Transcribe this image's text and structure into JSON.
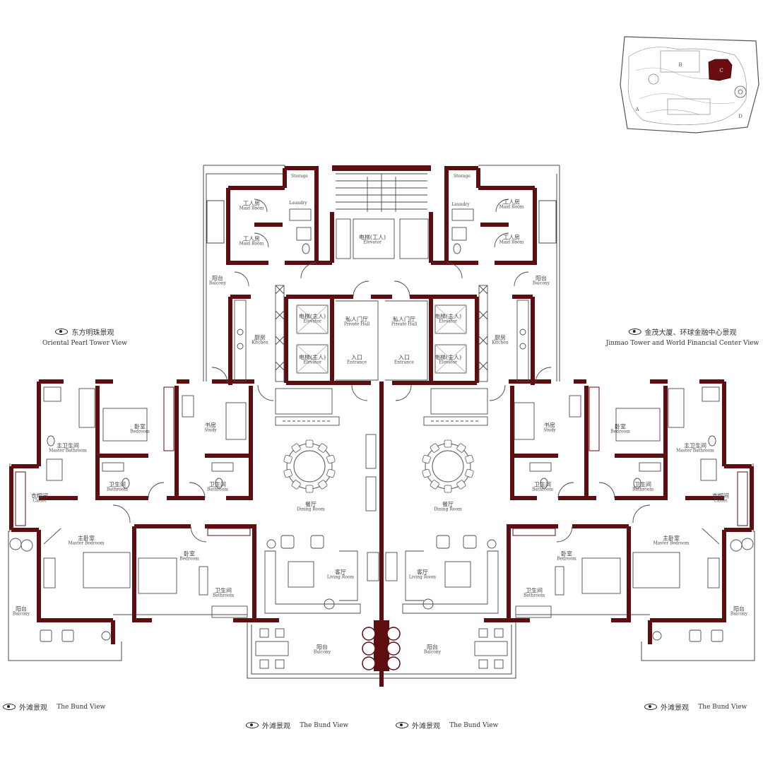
{
  "colors": {
    "wall": "#5e0d10",
    "line": "#4a4a4a",
    "highlight": "#6a0d10"
  },
  "keyplan": {
    "labels": [
      "A",
      "B",
      "C",
      "D"
    ]
  },
  "views": {
    "oriental_pearl": {
      "zh": "东方明珠景观",
      "en": "Oriental Pearl Tower View"
    },
    "jinmao": {
      "zh": "金茂大厦、环球金融中心景观",
      "en": "Jinmao Tower and World Financial Center View"
    },
    "bund_left": {
      "zh": "外滩景观",
      "en": "The Bund View"
    },
    "bund_center_left": {
      "zh": "外滩景观",
      "en": "The Bund View"
    },
    "bund_center_right": {
      "zh": "外滩景观",
      "en": "The Bund View"
    },
    "bund_right": {
      "zh": "外滩景观",
      "en": "The Bund View"
    }
  },
  "rooms": {
    "storage_l": {
      "zh": "",
      "en": "Storage"
    },
    "storage_r": {
      "zh": "",
      "en": "Storage"
    },
    "maid1_l": {
      "zh": "工人房",
      "en": "Maid Room"
    },
    "maid2_l": {
      "zh": "工人房",
      "en": "Maid Room"
    },
    "maid1_r": {
      "zh": "工人房",
      "en": "Maid Room"
    },
    "maid2_r": {
      "zh": "工人房",
      "en": "Maid Room"
    },
    "laundry_l": {
      "zh": "",
      "en": "Laundry"
    },
    "laundry_r": {
      "zh": "",
      "en": "Laundry"
    },
    "service_elev": {
      "zh": "电梯(工人)",
      "en": "Elevator"
    },
    "balcony_nl": {
      "zh": "阳台",
      "en": "Balcony"
    },
    "balcony_nr": {
      "zh": "阳台",
      "en": "Balcony"
    },
    "kitchen_l": {
      "zh": "厨房",
      "en": "Kitchen"
    },
    "kitchen_r": {
      "zh": "厨房",
      "en": "Kitchen"
    },
    "elev1_l": {
      "zh": "电梯(主人)",
      "en": "Elevator"
    },
    "elev2_l": {
      "zh": "电梯(主人)",
      "en": "Elevator"
    },
    "elev1_r": {
      "zh": "电梯(主人)",
      "en": "Elevator"
    },
    "elev2_r": {
      "zh": "电梯(主人)",
      "en": "Elevator"
    },
    "phall_l": {
      "zh": "私人门厅",
      "en": "Private Hall"
    },
    "phall_r": {
      "zh": "私人门厅",
      "en": "Private Hall"
    },
    "entr_l": {
      "zh": "入口",
      "en": "Entrance"
    },
    "entr_r": {
      "zh": "入口",
      "en": "Entrance"
    },
    "master_bath_l": {
      "zh": "主卫生间",
      "en": "Master Bathroom"
    },
    "master_bath_r": {
      "zh": "主卫生间",
      "en": "Master Bathroom"
    },
    "bedroom1_l": {
      "zh": "卧室",
      "en": "Bedroom"
    },
    "bedroom1_r": {
      "zh": "卧室",
      "en": "Bedroom"
    },
    "study_l": {
      "zh": "书房",
      "en": "Study"
    },
    "study_r": {
      "zh": "书房",
      "en": "Study"
    },
    "bath1_l": {
      "zh": "卫生间",
      "en": "Bathroom"
    },
    "bath2_l": {
      "zh": "卫生间",
      "en": "Bathroom"
    },
    "bath1_r": {
      "zh": "卫生间",
      "en": "Bathroom"
    },
    "bath2_r": {
      "zh": "卫生间",
      "en": "Bathroom"
    },
    "closet_l": {
      "zh": "衣帽间",
      "en": "Closet"
    },
    "closet_r": {
      "zh": "衣帽间",
      "en": "Closet"
    },
    "dining_l": {
      "zh": "餐厅",
      "en": "Dining Room"
    },
    "dining_r": {
      "zh": "餐厅",
      "en": "Dining Room"
    },
    "master_bed_l": {
      "zh": "主卧室",
      "en": "Master Bedroom"
    },
    "master_bed_r": {
      "zh": "主卧室",
      "en": "Master Bedroom"
    },
    "bedroom2_l": {
      "zh": "卧室",
      "en": "Bedroom"
    },
    "bedroom2_r": {
      "zh": "卧室",
      "en": "Bedroom"
    },
    "bath3_l": {
      "zh": "卫生间",
      "en": "Bathroom"
    },
    "bath3_r": {
      "zh": "卫生间",
      "en": "Bathroom"
    },
    "living_l": {
      "zh": "客厅",
      "en": "Living Room"
    },
    "living_r": {
      "zh": "客厅",
      "en": "Living Room"
    },
    "balcony_wl": {
      "zh": "阳台",
      "en": "Balcony"
    },
    "balcony_wr": {
      "zh": "阳台",
      "en": "Balcony"
    },
    "balcony_sl": {
      "zh": "阳台",
      "en": "Balcony"
    },
    "balcony_sr": {
      "zh": "阳台",
      "en": "Balcony"
    }
  }
}
